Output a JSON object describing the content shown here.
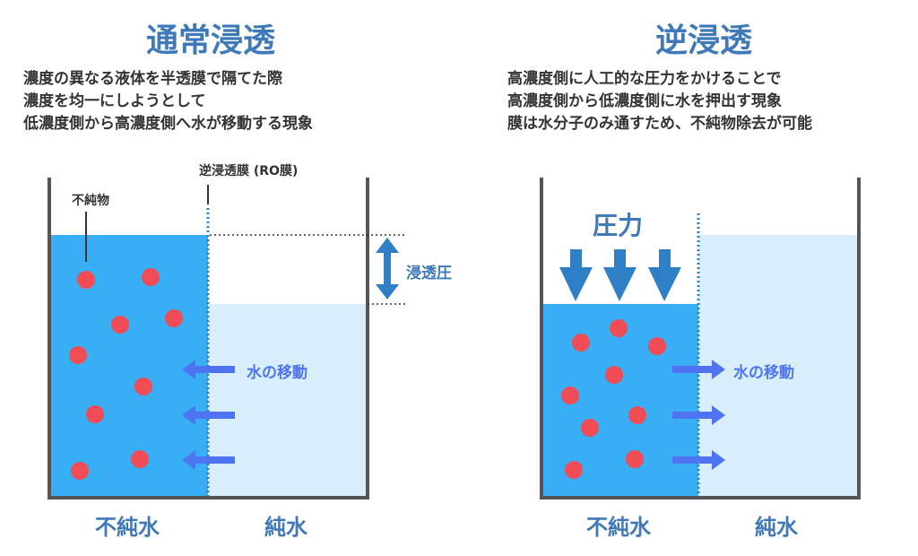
{
  "left": {
    "title": "通常浸透",
    "description": [
      "濃度の異なる液体を半透膜で隔てた際",
      "濃度を均一にしようとして",
      "低濃度側から高濃度側へ水が移動する現象"
    ],
    "membrane_label": "逆浸透膜 (RO膜)",
    "impurity_label": "不純物",
    "pressure_label": "浸透圧",
    "flow_label": "水の移動",
    "impure_label": "不純水",
    "pure_label": "純水"
  },
  "right": {
    "title": "逆浸透",
    "description": [
      "高濃度側に人工的な圧力をかけることで",
      "高濃度側から低濃度側に水を押出す現象",
      "膜は水分子のみ通すため、不純物除去が可能"
    ],
    "pressure_label": "圧力",
    "flow_label": "水の移動",
    "impure_label": "不純水",
    "pure_label": "純水"
  },
  "colors": {
    "title": "#3f79b8",
    "impure_water": "#38aef5",
    "pure_water": "#d8eefb",
    "impurity": "#f04c55",
    "flow_arrow": "#4f74f2",
    "pressure_arrow": "#2f7fc6",
    "container": "#555555"
  }
}
